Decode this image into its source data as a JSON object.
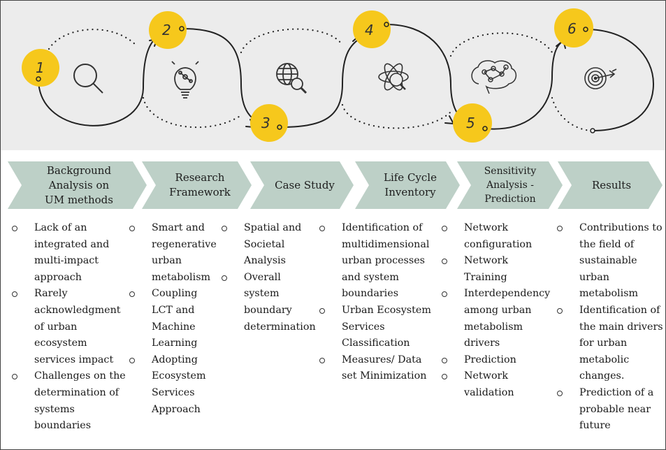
{
  "steps": [
    {
      "number": "1",
      "icon": "magnifier-icon"
    },
    {
      "number": "2",
      "icon": "lightbulb-icon"
    },
    {
      "number": "3",
      "icon": "globe-search-icon"
    },
    {
      "number": "4",
      "icon": "atom-icon"
    },
    {
      "number": "5",
      "icon": "brain-network-icon"
    },
    {
      "number": "6",
      "icon": "target-icon"
    }
  ],
  "phases": [
    {
      "label": "Background\nAnalysis on\nUM methods",
      "items": [
        "Lack of an\nintegrated and\nmulti-impact\napproach",
        "Rarely\nacknowledgment\nof urban\necosystem\nservices impact",
        "Challenges on the\ndetermination of\nsystems\nboundaries"
      ]
    },
    {
      "label": "Research\nFramework",
      "items": [
        "Smart and\nregenerative\nurban\nmetabolism",
        "Coupling\nLCT and\nMachine\nLearning",
        "Adopting\nEcosystem\nServices\nApproach"
      ]
    },
    {
      "label": "Case Study",
      "items": [
        "Spatial and\nSocietal\nAnalysis",
        "Overall\nsystem\nboundary\ndetermination"
      ]
    },
    {
      "label": "Life Cycle\nInventory",
      "items": [
        "Identification of\nmultidimensional\nurban processes\nand system\nboundaries",
        "Urban Ecosystem\nServices\nClassification",
        "Measures/ Data\nset Minimization"
      ]
    },
    {
      "label": "Sensitivity\nAnalysis -\nPrediction",
      "items": [
        "Network\nconfiguration",
        "Network\nTraining",
        "Interdependency\namong urban\nmetabolism\ndrivers",
        "Prediction",
        "Network\nvalidation"
      ]
    },
    {
      "label": "Results",
      "items": [
        "Contributions to\nthe field of\nsustainable\nurban\nmetabolism",
        "Identification of\nthe main drivers\nfor urban\nmetabolic\nchanges.",
        "Prediction of a\nprobable near\nfuture"
      ]
    }
  ],
  "colors": {
    "band": "#ececec",
    "circle": "#f6c81c",
    "chevron": "#bdd0c7",
    "line": "#222222"
  }
}
